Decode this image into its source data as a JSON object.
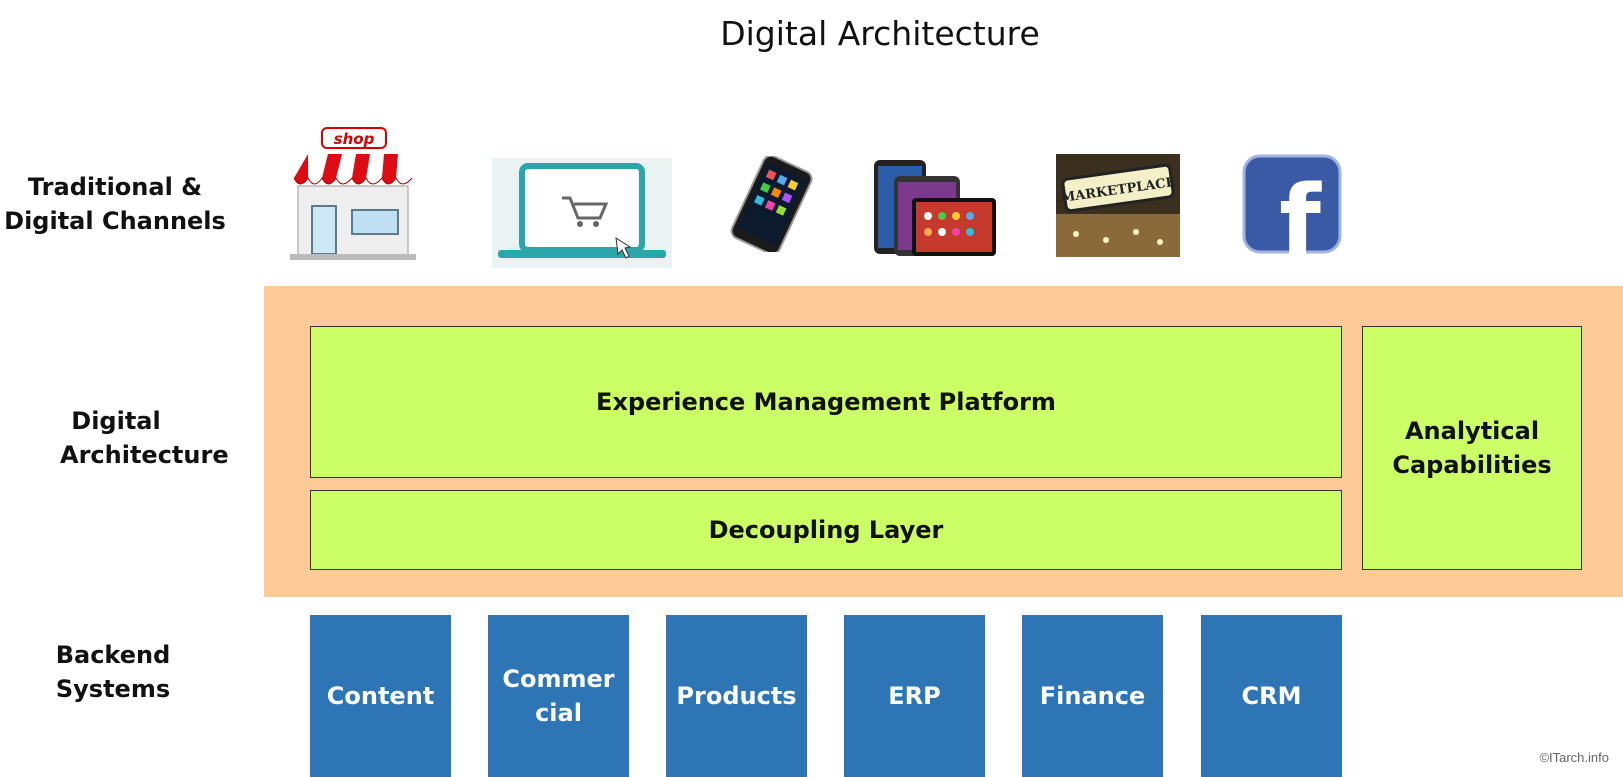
{
  "title": "Digital Architecture",
  "row_labels": {
    "channels": "Traditional & Digital Channels",
    "digital": "Digital Architecture",
    "backend": "Backend Systems"
  },
  "channels": {
    "icons": [
      "shop-icon",
      "laptop-cart-icon",
      "smartphone-icon",
      "tablets-icon",
      "marketplace-icon",
      "facebook-icon"
    ],
    "shop_sign": "shop",
    "marketplace_sign": "MARKETPLACE",
    "facebook_letter": "f"
  },
  "architecture": {
    "experience": "Experience Management Platform",
    "decoupling": "Decoupling Layer",
    "analytical": "Analytical Capabilities"
  },
  "backend_systems": [
    "Content",
    "Commer cial",
    "Products",
    "ERP",
    "Finance",
    "CRM"
  ],
  "copyright": "©ITarch.info",
  "colors": {
    "band": "#fecb98",
    "layer": "#ccff66",
    "backend": "#2e75b6"
  }
}
